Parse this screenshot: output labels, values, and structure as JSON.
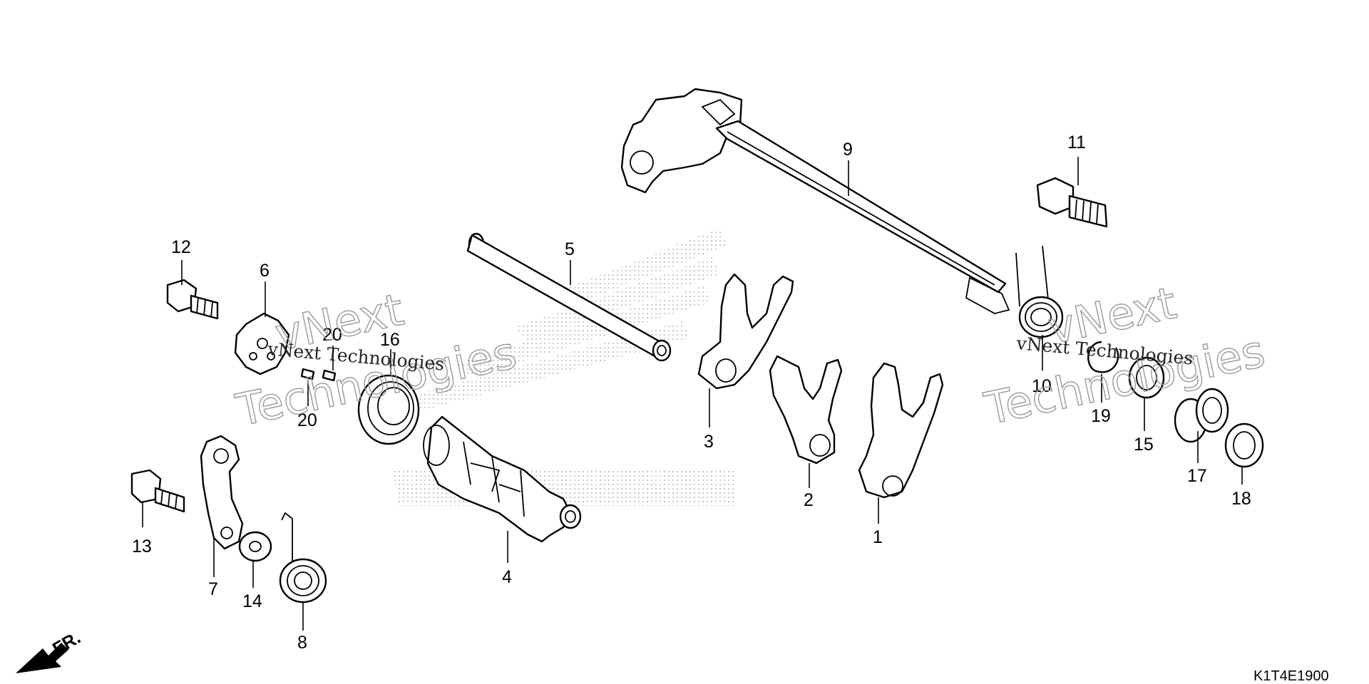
{
  "diagram_code": "K1T4E1900",
  "direction_label": "FR.",
  "watermark": {
    "line1": "vNext",
    "line2": "Technologies",
    "inline": "vNext Technologies"
  },
  "callouts": {
    "c1": "1",
    "c2": "2",
    "c3": "3",
    "c4": "4",
    "c5": "5",
    "c6": "6",
    "c7": "7",
    "c8": "8",
    "c9": "9",
    "c10": "10",
    "c11": "11",
    "c12": "12",
    "c13": "13",
    "c14": "14",
    "c15": "15",
    "c16": "16",
    "c17": "17",
    "c18": "18",
    "c19": "19",
    "c20a": "20",
    "c20b": "20"
  },
  "colors": {
    "ink": "#000000",
    "watermark": "#9a9a9a",
    "dots": "#b8b8b8"
  }
}
